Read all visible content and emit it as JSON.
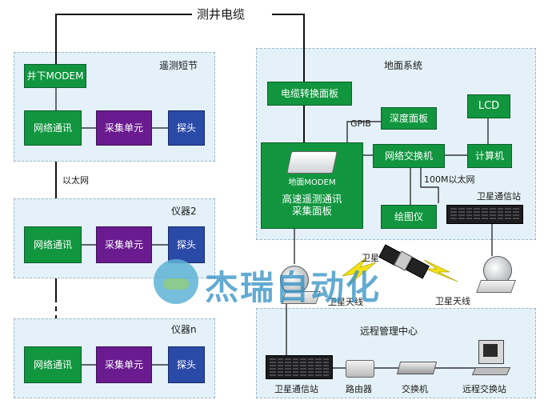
{
  "top_cable": "测井电缆",
  "downhole": {
    "title": "遥测短节",
    "modem": "井下MODEM",
    "net": "网络通讯",
    "acq": "采集单元",
    "probe": "探头",
    "ethernet": "以太网"
  },
  "instrument2": {
    "title": "仪器2",
    "net": "网络通讯",
    "acq": "采集单元",
    "probe": "探头"
  },
  "instrumentN": {
    "title": "仪器n",
    "net": "网络通讯",
    "acq": "采集单元",
    "probe": "探头"
  },
  "ground": {
    "title": "地面系统",
    "cable_board": "电缆转换面板",
    "gpib": "GPIB",
    "depth_board": "深度面板",
    "lcd": "LCD",
    "switch": "网络交换机",
    "computer": "计算机",
    "modem": "地面MODEM",
    "hs_board": "高速遥测通讯\n采集面板",
    "ethernet_100m": "100M以太网",
    "sat_station": "卫星通信站",
    "plotter": "绘图仪"
  },
  "satellite_link": {
    "satellite": "卫星",
    "antenna_left": "卫星天线",
    "antenna_right": "卫星天线"
  },
  "watermark": "杰瑞自动化",
  "remote": {
    "title": "远程管理中心",
    "sat_station": "卫星通信站",
    "router": "路由器",
    "switch": "交换机",
    "remote_station": "远程交换站"
  }
}
